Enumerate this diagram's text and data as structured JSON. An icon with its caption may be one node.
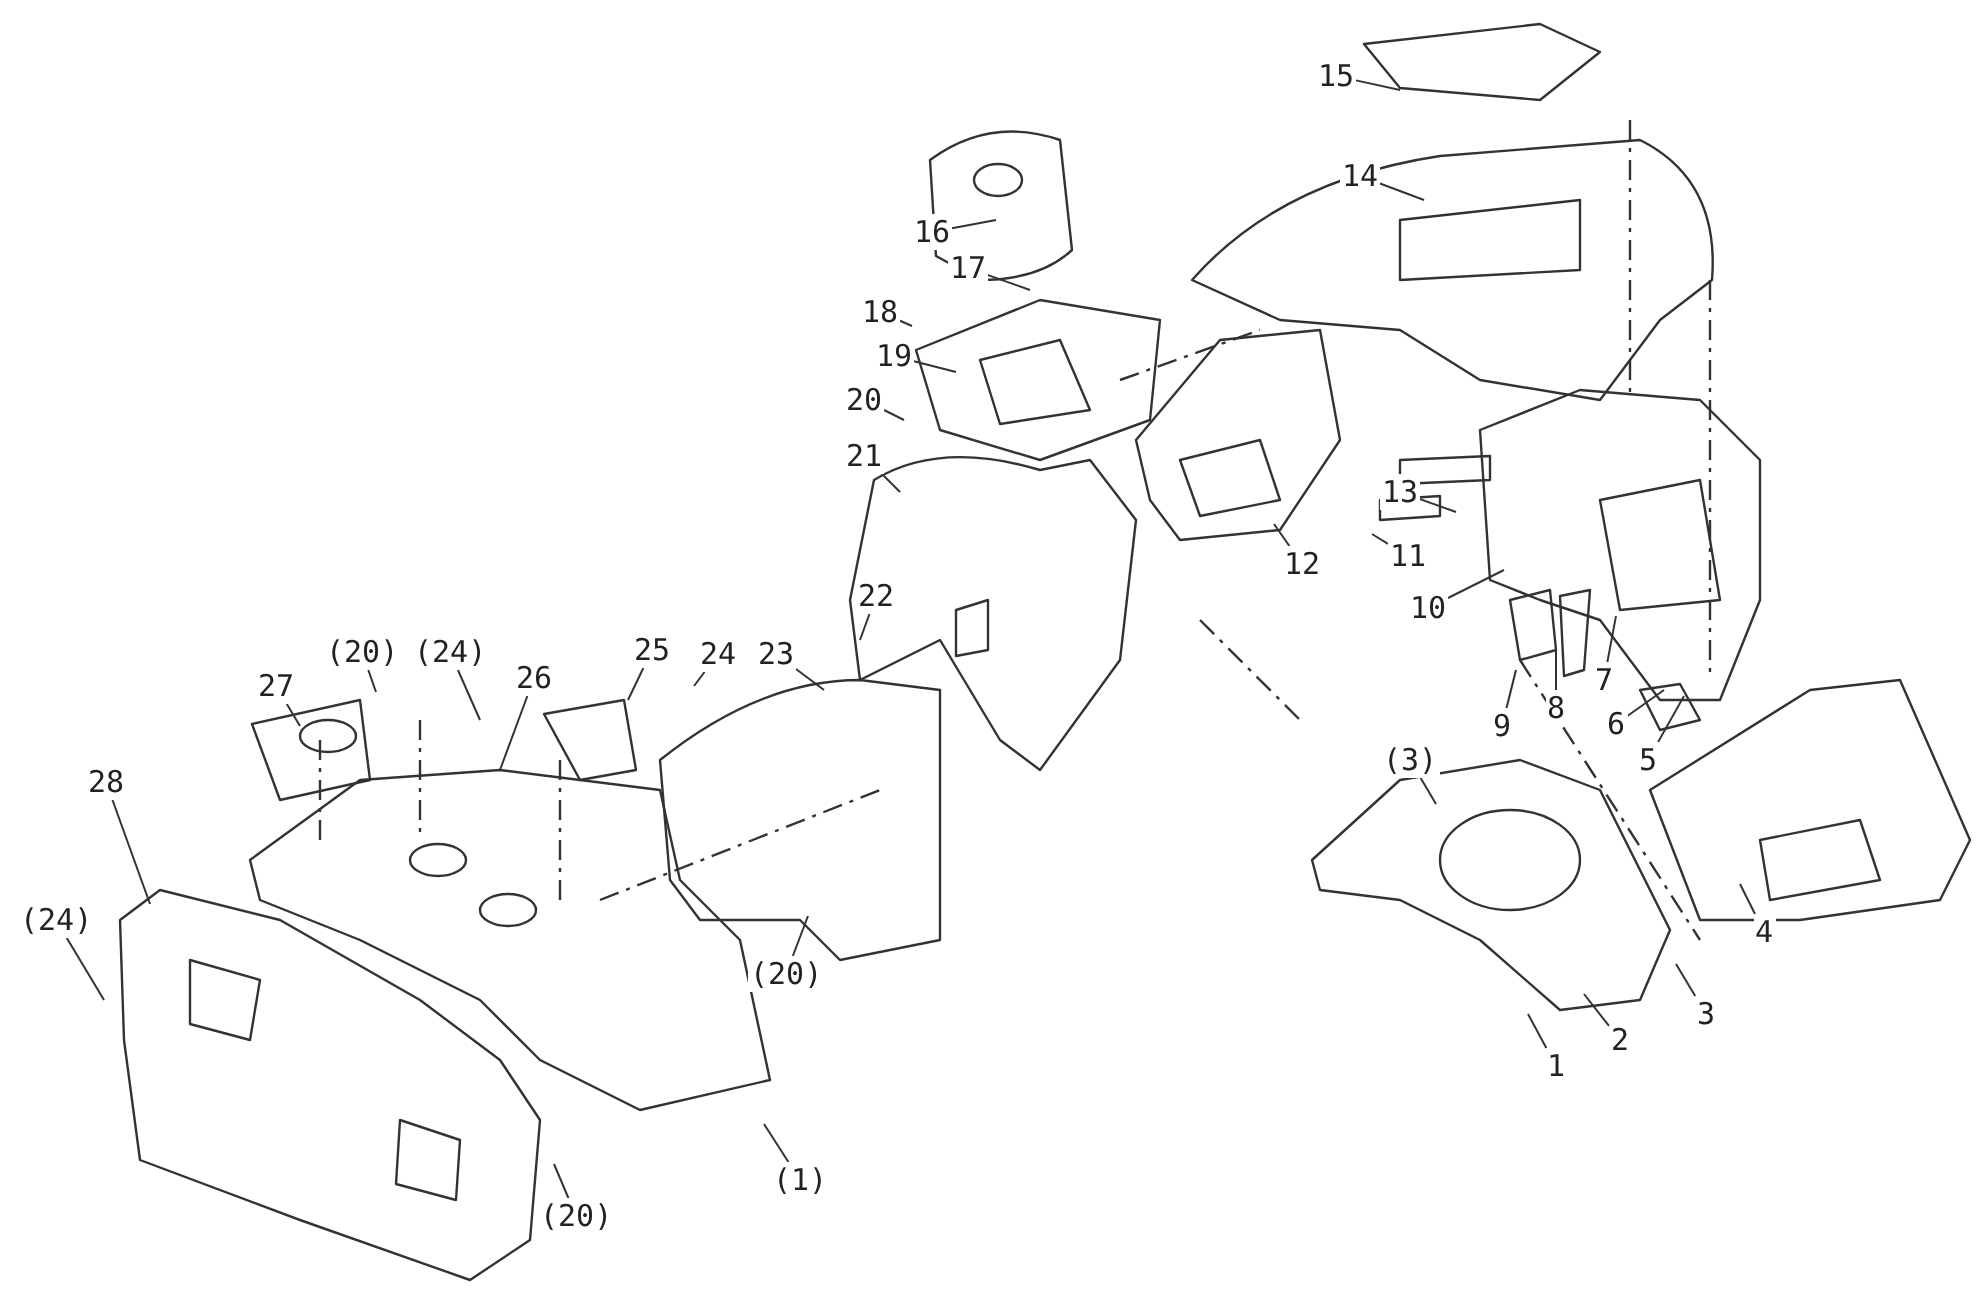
{
  "diagram": {
    "nodes": [
      {
        "text": [
          "15"
        ]
      },
      {
        "text": [
          "14"
        ]
      },
      {
        "text": [
          "16"
        ]
      },
      {
        "text": [
          "17"
        ]
      },
      {
        "text": [
          "18"
        ]
      },
      {
        "text": [
          "19"
        ]
      },
      {
        "text": [
          "20"
        ]
      },
      {
        "text": [
          "21"
        ]
      },
      {
        "text": [
          "13"
        ]
      },
      {
        "text": [
          "11"
        ]
      },
      {
        "text": [
          "12"
        ]
      },
      {
        "text": [
          "22"
        ]
      },
      {
        "text": [
          "10"
        ]
      },
      {
        "text": [
          "(20)"
        ]
      },
      {
        "text": [
          "(24)"
        ]
      },
      {
        "text": [
          "25"
        ]
      },
      {
        "text": [
          "24"
        ]
      },
      {
        "text": [
          "23"
        ]
      },
      {
        "text": [
          "27"
        ]
      },
      {
        "text": [
          "26"
        ]
      },
      {
        "text": [
          "7"
        ]
      },
      {
        "text": [
          "8"
        ]
      },
      {
        "text": [
          "9"
        ]
      },
      {
        "text": [
          "6"
        ]
      },
      {
        "text": [
          "5"
        ]
      },
      {
        "text": [
          "(3)"
        ]
      },
      {
        "text": [
          "28"
        ]
      },
      {
        "text": [
          "(24)"
        ]
      },
      {
        "text": [
          "4"
        ]
      },
      {
        "text": [
          "(20)"
        ]
      },
      {
        "text": [
          "3"
        ]
      },
      {
        "text": [
          "2"
        ]
      },
      {
        "text": [
          "1"
        ]
      },
      {
        "text": [
          "(1)"
        ]
      },
      {
        "text": [
          "(20)"
        ]
      }
    ],
    "edges": [
      {
        "from": 0,
        "to": null,
        "arrow": "none"
      },
      {
        "from": 1,
        "to": null,
        "arrow": "none"
      },
      {
        "from": 2,
        "to": null,
        "arrow": "none"
      },
      {
        "from": 3,
        "to": null,
        "arrow": "none"
      },
      {
        "from": 4,
        "to": null,
        "arrow": "none"
      },
      {
        "from": 5,
        "to": null,
        "arrow": "none"
      },
      {
        "from": 6,
        "to": null,
        "arrow": "none"
      },
      {
        "from": 7,
        "to": null,
        "arrow": "none"
      },
      {
        "from": 8,
        "to": null,
        "arrow": "none"
      },
      {
        "from": 9,
        "to": null,
        "arrow": "none"
      },
      {
        "from": 10,
        "to": null,
        "arrow": "none"
      },
      {
        "from": 11,
        "to": null,
        "arrow": "none"
      },
      {
        "from": 12,
        "to": null,
        "arrow": "none"
      },
      {
        "from": 13,
        "to": null,
        "arrow": "none"
      },
      {
        "from": 14,
        "to": null,
        "arrow": "none"
      },
      {
        "from": 15,
        "to": null,
        "arrow": "none"
      },
      {
        "from": 16,
        "to": null,
        "arrow": "none"
      },
      {
        "from": 17,
        "to": null,
        "arrow": "none"
      },
      {
        "from": 18,
        "to": null,
        "arrow": "none"
      },
      {
        "from": 19,
        "to": null,
        "arrow": "none"
      },
      {
        "from": 20,
        "to": null,
        "arrow": "none"
      },
      {
        "from": 21,
        "to": null,
        "arrow": "none"
      },
      {
        "from": 22,
        "to": null,
        "arrow": "none"
      },
      {
        "from": 23,
        "to": null,
        "arrow": "none"
      },
      {
        "from": 24,
        "to": null,
        "arrow": "none"
      },
      {
        "from": 25,
        "to": null,
        "arrow": "none"
      },
      {
        "from": 26,
        "to": null,
        "arrow": "none"
      },
      {
        "from": 27,
        "to": null,
        "arrow": "none"
      },
      {
        "from": 28,
        "to": null,
        "arrow": "none"
      },
      {
        "from": 29,
        "to": null,
        "arrow": "none"
      },
      {
        "from": 30,
        "to": null,
        "arrow": "none"
      },
      {
        "from": 31,
        "to": null,
        "arrow": "none"
      },
      {
        "from": 32,
        "to": null,
        "arrow": "none"
      },
      {
        "from": 33,
        "to": null,
        "arrow": "none"
      },
      {
        "from": 34,
        "to": null,
        "arrow": "none"
      }
    ]
  }
}
